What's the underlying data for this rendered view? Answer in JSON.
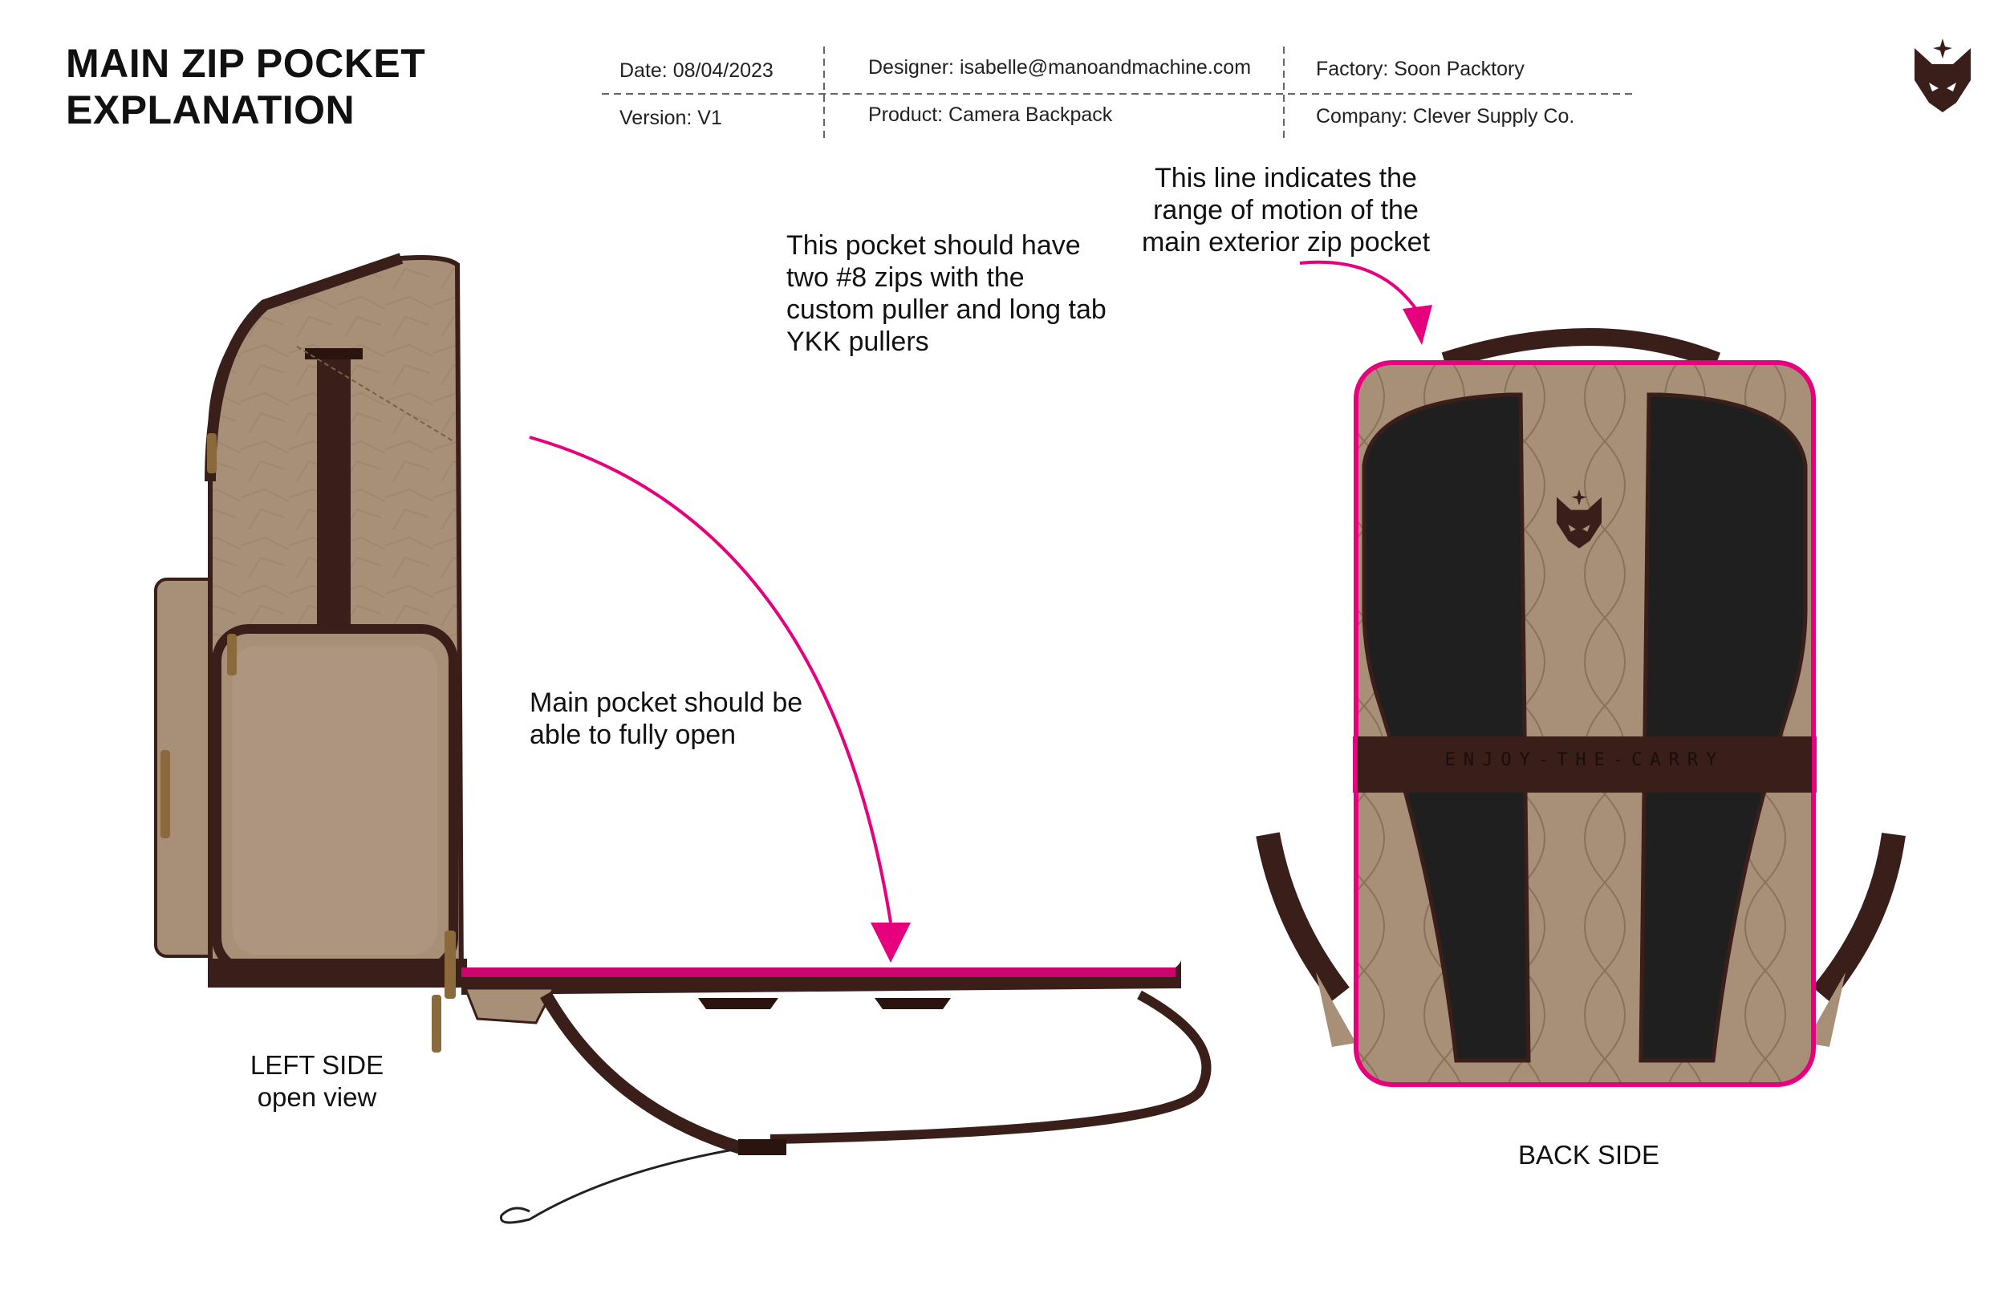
{
  "title": {
    "line1": "MAIN ZIP POCKET",
    "line2": "EXPLANATION"
  },
  "spec": {
    "date": "Date: 08/04/2023",
    "version": "Version: V1",
    "designer": "Designer: isabelle@manoandmachine.com",
    "product": "Product: Camera Backpack",
    "factory": "Factory: Soon Packtory",
    "company": "Company: Clever Supply Co."
  },
  "notes": {
    "zips": [
      "This pocket should have",
      "two #8 zips with the",
      "custom puller and long tab",
      "YKK pullers"
    ],
    "motion": [
      "This line indicates the",
      "range of motion of the",
      "main exterior zip pocket"
    ],
    "open": [
      "Main pocket should be",
      "able to fully open"
    ]
  },
  "captions": {
    "left": [
      "LEFT SIDE",
      "open view"
    ],
    "back": "BACK SIDE"
  },
  "strap_text": "ENJOY-THE-CARRY",
  "icons": {
    "logo": "fox-head-icon"
  },
  "colors": {
    "accent": "#e6007e",
    "canvas": "#a88f78",
    "leather": "#3a1e1a",
    "panel": "#1f1f1f"
  }
}
